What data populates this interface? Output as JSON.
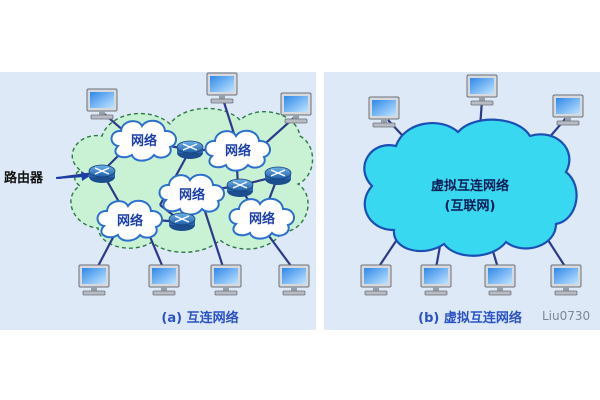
{
  "left_panel": {
    "caption": "(a) 互连网络",
    "cloud_label": "网络",
    "router_label": "路由器"
  },
  "right_panel": {
    "caption": "(b) 虚拟互连网络",
    "cloud_title": "虚拟互连网络",
    "cloud_subtitle": "(互联网)"
  },
  "watermark": "Liu0730",
  "colors": {
    "panel_background": "#dde9f6",
    "internet_cloud": "#37d8f0",
    "network_area": "#c9f2d5",
    "link": "#2c3a8a",
    "caption": "#2a52c6"
  },
  "icons": [
    "computer-icon",
    "router-icon",
    "network-cloud-icon",
    "arrow-icon"
  ]
}
